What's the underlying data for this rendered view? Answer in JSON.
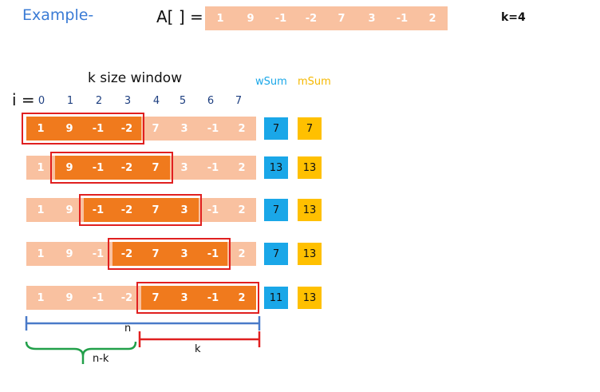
{
  "title": "Example-",
  "array_label": "A[ ] =",
  "array": [
    "1",
    "9",
    "-1",
    "-2",
    "7",
    "3",
    "-1",
    "2"
  ],
  "k_label": "k=4",
  "window_label": "k size window",
  "wsum_header": "wSum",
  "msum_header": "mSum",
  "i_label": "i =",
  "indices": [
    "0",
    "1",
    "2",
    "3",
    "4",
    "5",
    "6",
    "7"
  ],
  "rows": [
    {
      "start": 0,
      "wsum": "7",
      "msum": "7"
    },
    {
      "start": 1,
      "wsum": "13",
      "msum": "13"
    },
    {
      "start": 2,
      "wsum": "7",
      "msum": "13"
    },
    {
      "start": 3,
      "wsum": "7",
      "msum": "13"
    },
    {
      "start": 4,
      "wsum": "11",
      "msum": "13"
    }
  ],
  "window_size": 4,
  "labels": {
    "n": "n",
    "k": "k",
    "n_minus_k": "n-k"
  },
  "colors": {
    "title": "#3a7bd5",
    "cell_light": "#f9c1a0",
    "cell_dark": "#f07a1d",
    "window_border": "#e02020",
    "wsum": "#1aa7e8",
    "msum": "#ffc000",
    "n_bracket": "#4a7ac8",
    "k_bracket": "#e02020",
    "nk_bracket": "#22a04a"
  }
}
